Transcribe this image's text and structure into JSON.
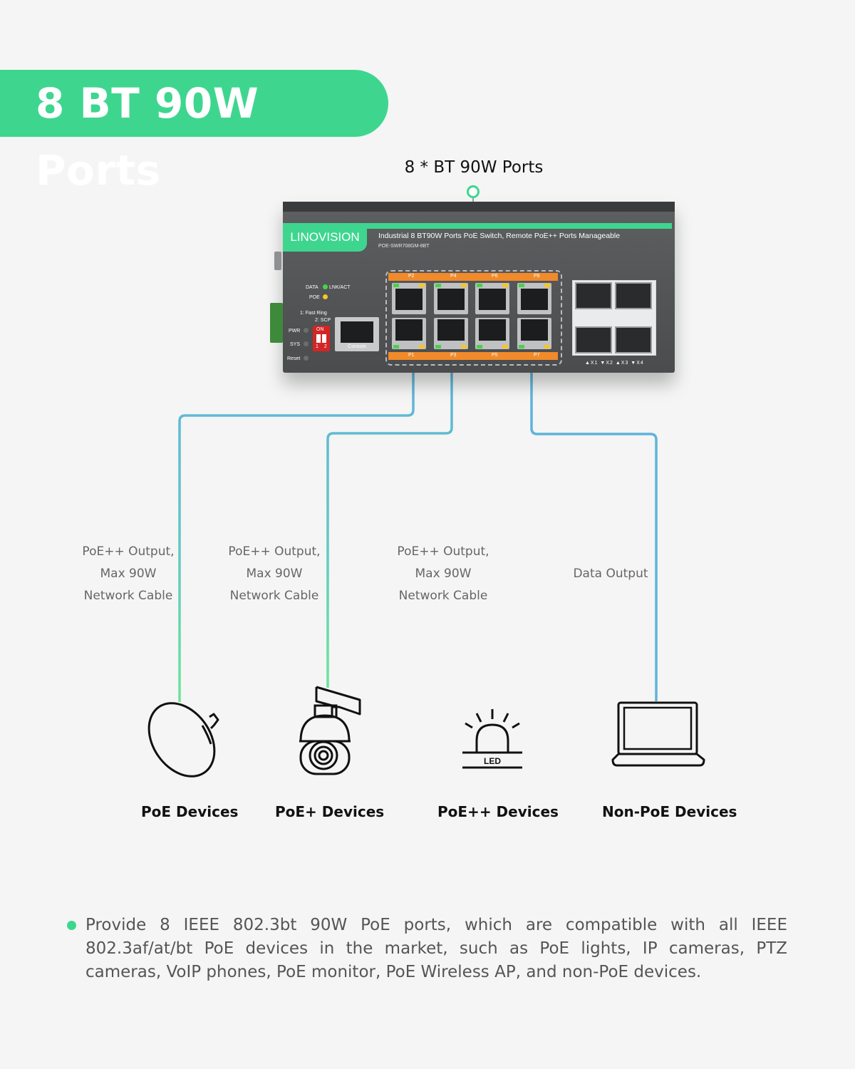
{
  "banner": {
    "title": "8 BT 90W Ports"
  },
  "switch": {
    "callout": "8 * BT 90W Ports",
    "brand": "LINOVISION",
    "description": "Industrial 8 BT90W Ports PoE Switch, Remote PoE++ Ports Manageable",
    "model": "POE-SWR708GM-8BT",
    "leds": {
      "data": "DATA",
      "lnk": "LNK/ACT",
      "poe": "POE",
      "pwr": "PWR",
      "sys": "SYS",
      "reset": "Reset"
    },
    "ring": {
      "line1": "1:  Fast Ring",
      "line2": "2: SCP"
    },
    "dip": {
      "on": "ON",
      "nums": "1 2"
    },
    "console": "Console",
    "top_ports": [
      "P2",
      "P4",
      "P6",
      "P8"
    ],
    "bottom_ports": [
      "P1",
      "P3",
      "P5",
      "P7"
    ],
    "sfp_labels": "▲X1 ▼X2 ▲X3 ▼X4",
    "colors": {
      "accent": "#3ed68f",
      "orange": "#f08a2a",
      "cable": "#5fb3dc"
    }
  },
  "wires": [
    {
      "line1": "PoE++ Output,",
      "line2": "Max 90W",
      "line3": "Network Cable"
    },
    {
      "line1": "PoE++ Output,",
      "line2": "Max 90W",
      "line3": "Network Cable"
    },
    {
      "line1": "PoE++ Output,",
      "line2": "Max 90W",
      "line3": "Network Cable"
    },
    {
      "line1": "",
      "line2": "Data Output",
      "line3": ""
    }
  ],
  "devices": [
    {
      "label": "PoE Devices",
      "icon": "wireless-ap-icon"
    },
    {
      "label": "PoE+ Devices",
      "icon": "ptz-camera-icon"
    },
    {
      "label": "PoE++ Devices",
      "icon": "led-light-icon",
      "icon_text": "LED"
    },
    {
      "label": "Non-PoE Devices",
      "icon": "laptop-icon"
    }
  ],
  "bullet": "Provide 8 IEEE 802.3bt 90W PoE ports, which are compatible with all IEEE  802.3af/at/bt PoE devices in the market, such as PoE lights, IP cameras, PTZ cameras, VoIP phones, PoE monitor, PoE Wireless AP, and non-PoE devices."
}
